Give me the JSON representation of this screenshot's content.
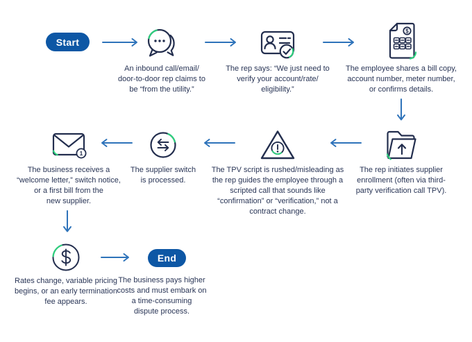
{
  "colors": {
    "pill_blue": "#0d57a5",
    "arrow_blue": "#2e73ba",
    "ink_navy": "#232e4e",
    "text_navy": "#293556",
    "accent_green": "#2ed17e"
  },
  "flow": {
    "start_label": "Start",
    "end_label": "End",
    "steps": [
      {
        "id": "inbound-claim",
        "icon": "chat-bubbles-icon",
        "text": "An inbound call/email/\ndoor-to-door rep claims to\nbe “from the utility.”"
      },
      {
        "id": "verify-request",
        "icon": "id-card-check-icon",
        "text": "The rep says: “We just need to\nverify your account/rate/\neligibility.”"
      },
      {
        "id": "share-details",
        "icon": "bill-document-icon",
        "text": "The employee shares a bill copy,\naccount number, meter number,\nor confirms details."
      },
      {
        "id": "supplier-enrollment",
        "icon": "folder-upload-icon",
        "text": "The rep initiates supplier\nenrollment (often via third-\nparty verification call TPV)."
      },
      {
        "id": "tpv-script",
        "icon": "warning-triangle-icon",
        "text": "The TPV script is rushed/misleading as\nthe rep guides the employee through a\nscripted call that sounds like\n“confirmation” or “verification,” not a\ncontract change."
      },
      {
        "id": "switch-processed",
        "icon": "switch-arrows-icon",
        "text": "The supplier switch\nis processed."
      },
      {
        "id": "welcome-letter",
        "icon": "envelope-notification-icon",
        "text": "The business receives a\n“welcome letter,” switch notice,\nor a first bill from the\nnew supplier."
      },
      {
        "id": "rates-change",
        "icon": "dollar-circle-icon",
        "text": "Rates change, variable pricing\nbegins, or an early termination\nfee appears."
      },
      {
        "id": "dispute-process",
        "icon": "none",
        "text": "The business pays higher\ncosts and must embark on\na time-consuming\ndispute process."
      }
    ],
    "envelope_badge": "1",
    "bill_coin_symbol": "$"
  }
}
